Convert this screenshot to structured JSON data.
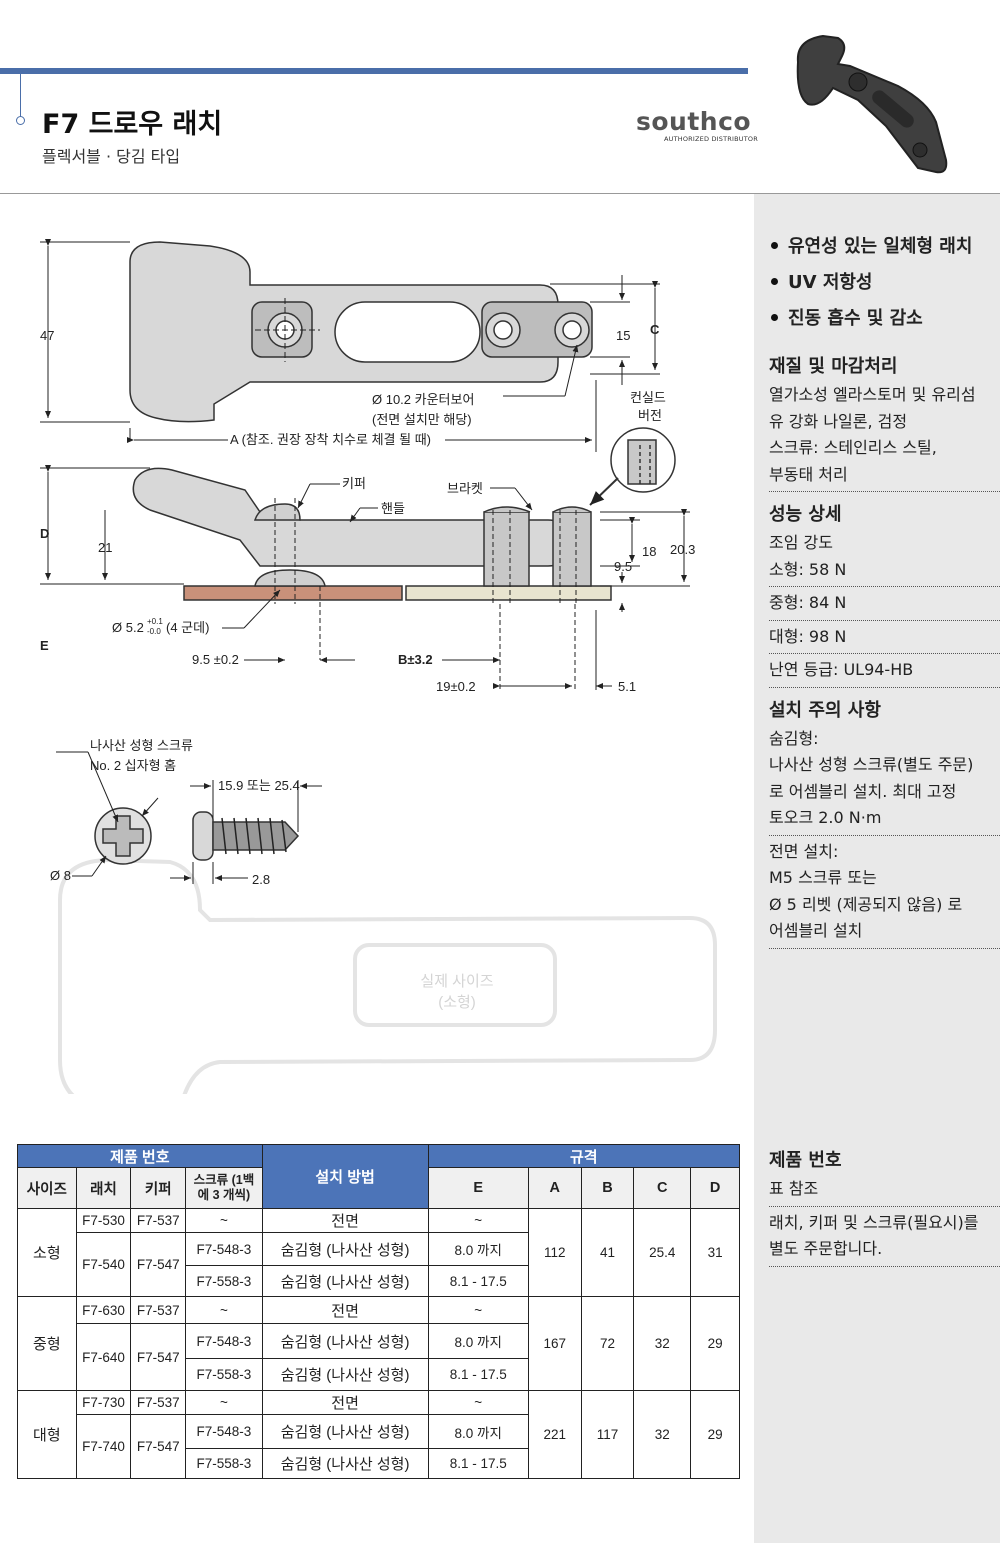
{
  "header": {
    "title": "F7 드로우 래치",
    "subtitle": "플렉서블 · 당김 타입",
    "brand": "southco",
    "brand_sub": "AUTHORIZED DISTRIBUTOR"
  },
  "features": [
    "유연성 있는 일체형 래치",
    "UV 저항성",
    "진동 흡수 및 감소"
  ],
  "sections": [
    {
      "heading": "재질 및 마감처리",
      "lines": [
        "열가소성 엘라스토머 및 유리섬\n유 강화 나일론, 검정",
        "스크류: 스테인리스 스틸,\n부동태 처리"
      ]
    },
    {
      "heading": "성능 상세",
      "lines": [
        "조임 강도\n소형: 58 N",
        "중형: 84 N",
        "대형: 98 N",
        "난연 등급: UL94-HB"
      ]
    },
    {
      "heading": "설치 주의 사항",
      "lines": [
        "숨김형:\n나사산 성형 스크류(별도 주문)\n로 어셈블리 설치. 최대 고정\n토오크 2.0 N·m",
        "전면 설치:\nM5 스크류 또는\nØ 5 리벳 (제공되지 않음) 로\n어셈블리 설치"
      ]
    }
  ],
  "order": {
    "heading": "제품 번호",
    "lines": [
      "표 참조",
      "래치, 키퍼 및 스크류(필요시)를\n별도 주문합니다."
    ]
  },
  "drawing": {
    "dim_47": "47",
    "dim_15": "15",
    "dim_c": "C",
    "counterbore": "Ø 10.2 카운터보어",
    "counterbore_note": "(전면 설치만 해당)",
    "dim_a": "A (참조. 권장 장착 치수로 체결 될 때)",
    "countersunk": "컨실드",
    "countersunk2": "버전",
    "keeper": "키퍼",
    "handle": "핸들",
    "bracket": "브라켓",
    "dim_d": "D",
    "dim_21": "21",
    "dim_e": "E",
    "dim_18": "18",
    "dim_203": "20.3",
    "dim_95": "9.5",
    "hole": "Ø 5.2",
    "hole_tol_up": "+0.1",
    "hole_tol_dn": "-0.0",
    "hole_count": "(4 군데)",
    "dim_95tol": "9.5 ±0.2",
    "dim_b": "B±3.2",
    "dim_19": "19±0.2",
    "dim_51": "5.1",
    "screw_label": "나사산 성형 스크류",
    "screw_label2": "No. 2 십자형 홈",
    "screw_len": "15.9 또는 25.4",
    "screw_dia": "Ø 8",
    "screw_head": "2.8",
    "actual_size": "실제 사이즈",
    "actual_size2": "(소형)"
  },
  "table": {
    "group_headers": [
      "제품 번호",
      "설치 방법",
      "규격"
    ],
    "columns": [
      "사이즈",
      "래치",
      "키퍼",
      "스크류 (1백\n에 3 개씩)",
      "E",
      "A",
      "B",
      "C",
      "D"
    ],
    "groups": [
      {
        "size": "소형",
        "A": "112",
        "B": "41",
        "C": "25.4",
        "D": "31",
        "rows": [
          {
            "latch": "F7-530",
            "keeper": "F7-537",
            "screw": "~",
            "method": "전면",
            "E": "~"
          },
          {
            "latch": "F7-540",
            "keeper": "F7-547",
            "screw": "F7-548-3",
            "method": "숨김형 (나사산 성형)",
            "E": "8.0 까지"
          },
          {
            "screw": "F7-558-3",
            "method": "숨김형 (나사산 성형)",
            "E": "8.1 - 17.5"
          }
        ]
      },
      {
        "size": "중형",
        "A": "167",
        "B": "72",
        "C": "32",
        "D": "29",
        "rows": [
          {
            "latch": "F7-630",
            "keeper": "F7-537",
            "screw": "~",
            "method": "전면",
            "E": "~"
          },
          {
            "latch": "F7-640",
            "keeper": "F7-547",
            "screw": "F7-548-3",
            "method": "숨김형 (나사산 성형)",
            "E": "8.0 까지"
          },
          {
            "screw": "F7-558-3",
            "method": "숨김형 (나사산 성형)",
            "E": "8.1 - 17.5"
          }
        ]
      },
      {
        "size": "대형",
        "A": "221",
        "B": "117",
        "C": "32",
        "D": "29",
        "rows": [
          {
            "latch": "F7-730",
            "keeper": "F7-537",
            "screw": "~",
            "method": "전면",
            "E": "~"
          },
          {
            "latch": "F7-740",
            "keeper": "F7-547",
            "screw": "F7-548-3",
            "method": "숨김형 (나사산 성형)",
            "E": "8.0 까지"
          },
          {
            "screw": "F7-558-3",
            "method": "숨김형 (나사산 성형)",
            "E": "8.1 - 17.5"
          }
        ]
      }
    ]
  }
}
